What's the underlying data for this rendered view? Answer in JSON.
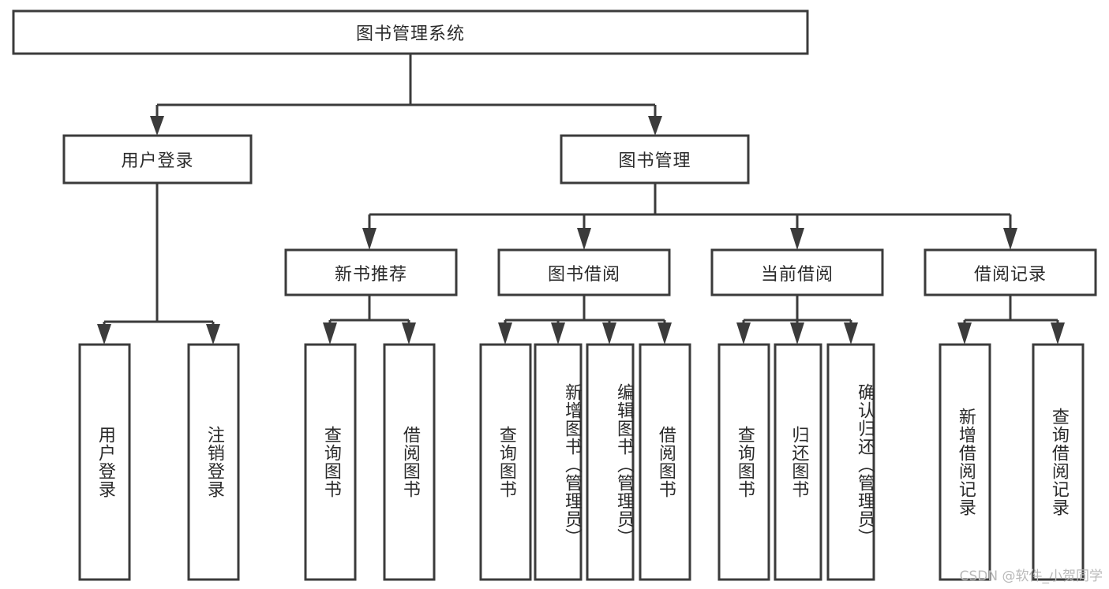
{
  "diagram": {
    "title": "图书管理系统",
    "type": "tree-hierarchy",
    "watermark": "CSDN @软件_小贺同学",
    "colors": {
      "stroke": "#3b3b3b",
      "fill": "#ffffff",
      "text": "#2b2b2b",
      "watermark": "#b9b9b9"
    },
    "root": {
      "id": "root",
      "label": "图书管理系统"
    },
    "level2": [
      {
        "id": "user-login",
        "label": "用户登录"
      },
      {
        "id": "book-manage",
        "label": "图书管理"
      }
    ],
    "level3": [
      {
        "id": "new-book-recommend",
        "label": "新书推荐"
      },
      {
        "id": "book-borrow",
        "label": "图书借阅"
      },
      {
        "id": "current-borrow",
        "label": "当前借阅"
      },
      {
        "id": "borrow-record",
        "label": "借阅记录"
      }
    ],
    "leaves": {
      "user_login": [
        {
          "id": "leaf-user-login",
          "label": "用户登录"
        },
        {
          "id": "leaf-logout-login",
          "label": "注销登录"
        }
      ],
      "new_book_recommend": [
        {
          "id": "leaf-query-book-1",
          "label": "查询图书"
        },
        {
          "id": "leaf-borrow-book-1",
          "label": "借阅图书"
        }
      ],
      "book_borrow": [
        {
          "id": "leaf-query-book-2",
          "label": "查询图书"
        },
        {
          "id": "leaf-add-book",
          "label": "新增图书（管理员）"
        },
        {
          "id": "leaf-edit-book",
          "label": "编辑图书（管理员）"
        },
        {
          "id": "leaf-borrow-book-2",
          "label": "借阅图书"
        }
      ],
      "current_borrow": [
        {
          "id": "leaf-query-book-3",
          "label": "查询图书"
        },
        {
          "id": "leaf-return-book",
          "label": "归还图书"
        },
        {
          "id": "leaf-confirm-return",
          "label": "确认归还（管理员）"
        }
      ],
      "borrow_record": [
        {
          "id": "leaf-add-borrow-record",
          "label": "新增借阅记录"
        },
        {
          "id": "leaf-query-borrow-record",
          "label": "查询借阅记录"
        }
      ]
    }
  }
}
